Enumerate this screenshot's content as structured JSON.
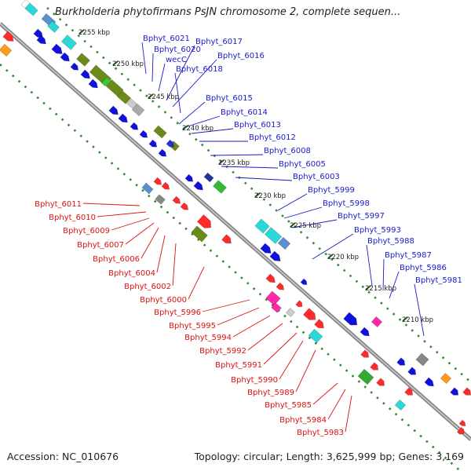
{
  "title": "Burkholderia phytofirmans PsJN chromosome 2, complete sequen...",
  "footer": {
    "accession": "Accession: NC_010676",
    "summary": "Topology: circular; Length: 3,625,999 bp; Genes: 3,169"
  },
  "colors": {
    "backbone": "#8a8a8a",
    "ruler_dots": "#2e8b2e",
    "forward_label": "#1a1acc",
    "reverse_label": "#dd1111",
    "kbp_text": "#222222"
  },
  "kbp_ticks": [
    "2255 kbp",
    "2250 kbp",
    "2245 kbp",
    "2240 kbp",
    "2235 kbp",
    "2230 kbp",
    "2225 kbp",
    "2220 kbp",
    "2215 kbp",
    "2210 kbp"
  ],
  "forward_genes": [
    "Bphyt_6021",
    "Bphyt_6020",
    "wecC",
    "Bphyt_6017",
    "Bphyt_6016",
    "Bphyt_6018",
    "Bphyt_6015",
    "Bphyt_6014",
    "Bphyt_6013",
    "Bphyt_6012",
    "Bphyt_6008",
    "Bphyt_6005",
    "Bphyt_6003",
    "Bphyt_5999",
    "Bphyt_5998",
    "Bphyt_5997",
    "Bphyt_5993",
    "Bphyt_5988",
    "Bphyt_5987",
    "Bphyt_5986",
    "Bphyt_5981"
  ],
  "reverse_genes": [
    "Bphyt_6011",
    "Bphyt_6010",
    "Bphyt_6009",
    "Bphyt_6007",
    "Bphyt_6006",
    "Bphyt_6004",
    "Bphyt_6002",
    "Bphyt_6000",
    "Bphyt_5996",
    "Bphyt_5995",
    "Bphyt_5994",
    "Bphyt_5992",
    "Bphyt_5991",
    "Bphyt_5990",
    "Bphyt_5989",
    "Bphyt_5985",
    "Bphyt_5984",
    "Bphyt_5983"
  ]
}
